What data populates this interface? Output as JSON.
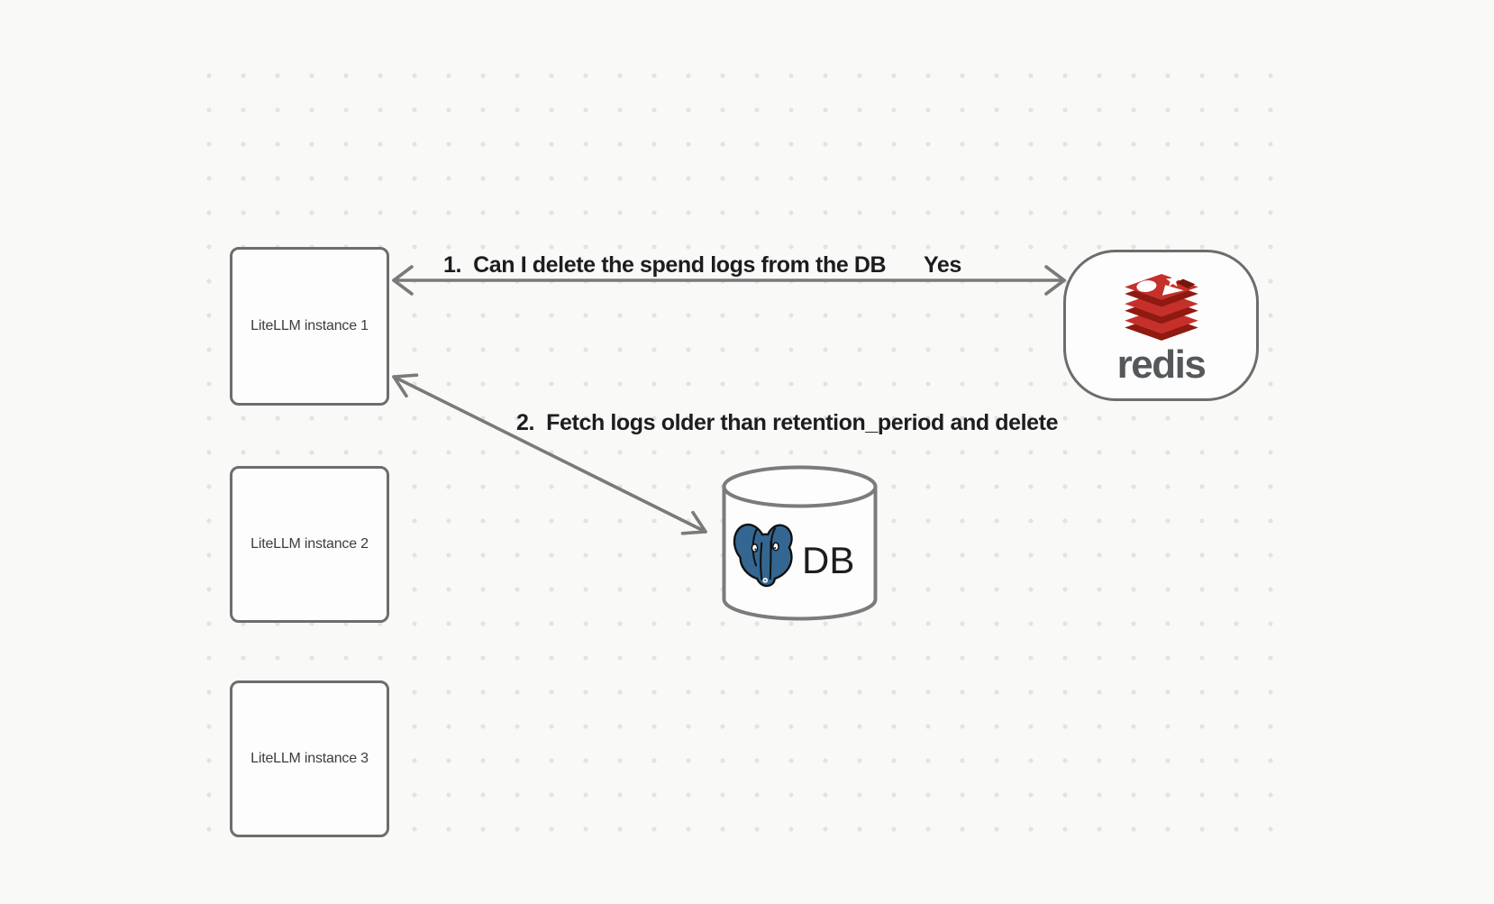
{
  "nodes": {
    "instances": [
      {
        "label": "LiteLLM instance 1"
      },
      {
        "label": "LiteLLM instance 2"
      },
      {
        "label": "LiteLLM instance 3"
      }
    ],
    "redis": {
      "wordmark": "redis"
    },
    "db": {
      "label": "DB"
    }
  },
  "arrows": {
    "redis_query": {
      "label": "1.  Can I delete the spend logs from the DB",
      "answer": "Yes"
    },
    "db_fetch": {
      "label": "2.  Fetch logs older than retention_period and delete"
    }
  },
  "icons": {
    "redis": "redis-cubes-logo",
    "db": "postgresql-elephant-logo"
  },
  "colors": {
    "background": "#f9f9f8",
    "grid_dot": "#e4e3e1",
    "node_border": "#6d6d6d",
    "node_fill": "#fdfdfd",
    "arrow": "#7a7a7a",
    "label_text": "#1d1d1f",
    "node_text": "#3d3d3d",
    "redis_red": "#c6302b",
    "redis_dark_red": "#8f1a10",
    "redis_wordmark_gray": "#55585b",
    "postgres_blue": "#336791"
  }
}
